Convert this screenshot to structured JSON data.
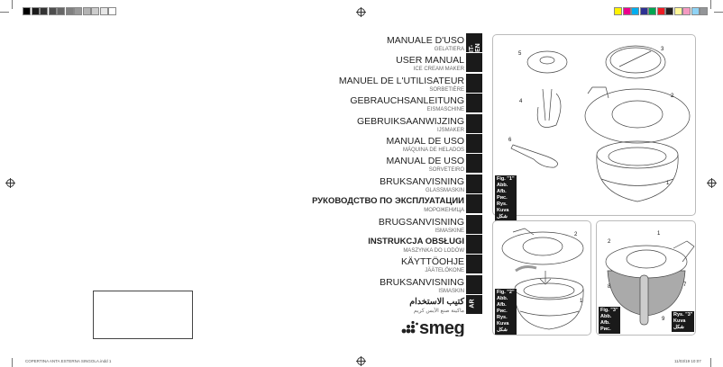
{
  "grayscale_bar": [
    "#000000",
    "#1a1a1a",
    "#333333",
    "#4d4d4d",
    "#666666",
    "#808080",
    "#999999",
    "#b3b3b3",
    "#cccccc",
    "#e6e6e6",
    "#ffffff"
  ],
  "color_bar": [
    "#fff200",
    "#ec008c",
    "#00aeef",
    "#2e3192",
    "#00a651",
    "#ed1c24",
    "#231f20",
    "#fff799",
    "#f49ac1",
    "#8fd3f5",
    "#939598"
  ],
  "languages": [
    {
      "title": "MANUALE D'USO",
      "subtitle": "GELATIERA",
      "code": "IT-EN"
    },
    {
      "title": "USER MANUAL",
      "subtitle": "ICE CREAM MAKER"
    },
    {
      "title": "MANUEL DE L'UTILISATEUR",
      "subtitle": "SORBETIÈRE"
    },
    {
      "title": "GEBRAUCHSANLEITUNG",
      "subtitle": "EISMASCHINE"
    },
    {
      "title": "GEBRUIKSAANWIJZING",
      "subtitle": "IJSMAKER"
    },
    {
      "title": "MANUAL DE USO",
      "subtitle": "MÁQUINA DE HELADOS"
    },
    {
      "title": "MANUAL DE USO",
      "subtitle": "SORVETEIRO"
    },
    {
      "title": "BRUKSANVISNING",
      "subtitle": "GLASSMASKIN"
    },
    {
      "title": "РУКОВОДСТВО ПО ЭКСПЛУАТАЦИИ",
      "subtitle": "МОРОЖЕНИЦА",
      "bold": true
    },
    {
      "title": "BRUGSANVISNING",
      "subtitle": "ISMASKINE"
    },
    {
      "title": "INSTRUKCJA OBSŁUGI",
      "subtitle": "MASZYNKA DO LODÓW",
      "bold": true
    },
    {
      "title": "KÄYTTÖOHJE",
      "subtitle": "JÄÄTELÖKONE"
    },
    {
      "title": "BRUKSANVISNING",
      "subtitle": "ISMASKIN"
    },
    {
      "title": "كتيب الاستخدام",
      "subtitle": "ماكينة صنع الآيس كريم",
      "code": "AR",
      "bold": true
    }
  ],
  "logo": "smeg",
  "figures": {
    "fig1": {
      "labels": [
        "Fig. \"1\"",
        "Abb.",
        "Afb.",
        "Рис.",
        "Rys.",
        "Kuva",
        "شكل"
      ],
      "parts": [
        "1",
        "2",
        "3",
        "4",
        "5",
        "6"
      ]
    },
    "fig2": {
      "labels": [
        "Fig. \"2\"",
        "Abb.",
        "Afb.",
        "Рис.",
        "Rys.",
        "Kuva",
        "شكل"
      ],
      "parts": [
        "1",
        "2"
      ]
    },
    "fig3": {
      "labels_a": [
        "Fig. \"3\"",
        "Abb.",
        "Afb.",
        "Рис."
      ],
      "labels_b": [
        "Rys. \"3\"",
        "Kuva",
        "شكل"
      ],
      "parts": [
        "1",
        "2",
        "7",
        "8",
        "9"
      ]
    }
  },
  "footer": {
    "file": "COPERTINA ANTA ESTERNA SINGOLA.indd   1",
    "date": "11/03/19   10:07"
  }
}
